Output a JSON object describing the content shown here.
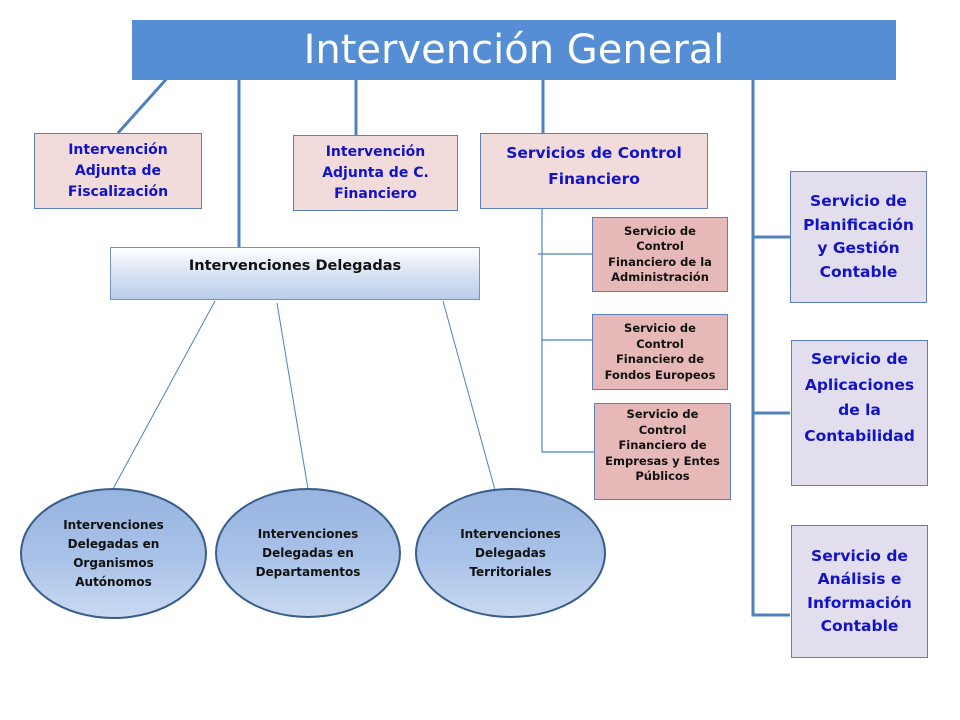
{
  "diagram": {
    "title": "Intervención General",
    "colors": {
      "title_bar": "#558ED5",
      "connector": "#4F81BD",
      "pink_light": "#F2DCDB",
      "pink_dark": "#E6B9B8",
      "lavender": "#E3DEEE",
      "blue_text": "#1212C8",
      "ellipse_fill": "#A9C2E8",
      "ellipse_border": "#385D8A"
    },
    "top_units": [
      {
        "id": "adjunta-fiscalizacion",
        "label": "Intervención\nAdjunta de\nFiscalización"
      },
      {
        "id": "adjunta-control-financiero",
        "label": "Intervención\nAdjunta de C.\nFinanciero"
      },
      {
        "id": "servicios-control-financiero",
        "label": "Servicios de Control\nFinanciero"
      }
    ],
    "control_financiero_services": [
      {
        "label": "Servicio de\nControl\nFinanciero de la\nAdministración"
      },
      {
        "label": "Servicio de\nControl\nFinanciero de\nFondos Europeos"
      },
      {
        "label": "Servicio de\nControl\nFinanciero de\nEmpresas y Entes\nPúblicos"
      }
    ],
    "delegadas": {
      "label": "Intervenciones  Delegadas",
      "children": [
        {
          "label": "Intervenciones\nDelegadas en\nOrganismos\nAutónomos"
        },
        {
          "label": "Intervenciones\nDelegadas en\nDepartamentos"
        },
        {
          "label": "Intervenciones\nDelegadas\nTerritoriales"
        }
      ]
    },
    "contabilidad_services": [
      {
        "label": "Servicio de\nPlanificación\ny Gestión\nContable"
      },
      {
        "label": "Servicio de\nAplicaciones\nde la\nContabilidad"
      },
      {
        "label": "Servicio de\nAnálisis e\nInformación\nContable"
      }
    ]
  }
}
